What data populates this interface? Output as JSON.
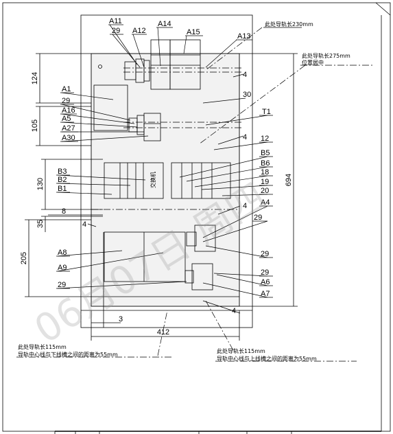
{
  "labels": {
    "A11": "A11",
    "A12": "A12",
    "A14": "A14",
    "A15": "A15",
    "A13": "A13",
    "A1": "A1",
    "A16": "A16",
    "A5": "A5",
    "A27": "A27",
    "A30": "A30",
    "B3": "B3",
    "B2": "B2",
    "B1": "B1",
    "A8": "A8",
    "A9": "A9",
    "T1": "T1",
    "B5": "B5",
    "B6": "B6",
    "A4": "A4",
    "A6": "A6",
    "A7": "A7",
    "n29": "29",
    "n4": "4",
    "n30": "30",
    "n12": "12",
    "n18": "18",
    "n19": "19",
    "n20": "20",
    "n8": "8"
  },
  "dimensions": {
    "d124": "124",
    "d105": "105",
    "d130": "130",
    "d35": "35",
    "d205": "205",
    "d694": "694",
    "d3": "3",
    "d412": "412"
  },
  "notes": {
    "top_rail": "此处导轨长230mm",
    "right_rail_1": "此处导轨长275mm",
    "right_rail_2": "位置居中",
    "left_rail_1": "此处导轨长115mm",
    "left_rail_2": "导轨中心线与下线槽之间的距离为55mm",
    "mid_rail_1": "此处导轨长115mm",
    "mid_rail_2": "导轨中心线与上线槽之间的距离为55mm",
    "device_text": "交换机"
  },
  "watermark": "06月07日 周四"
}
